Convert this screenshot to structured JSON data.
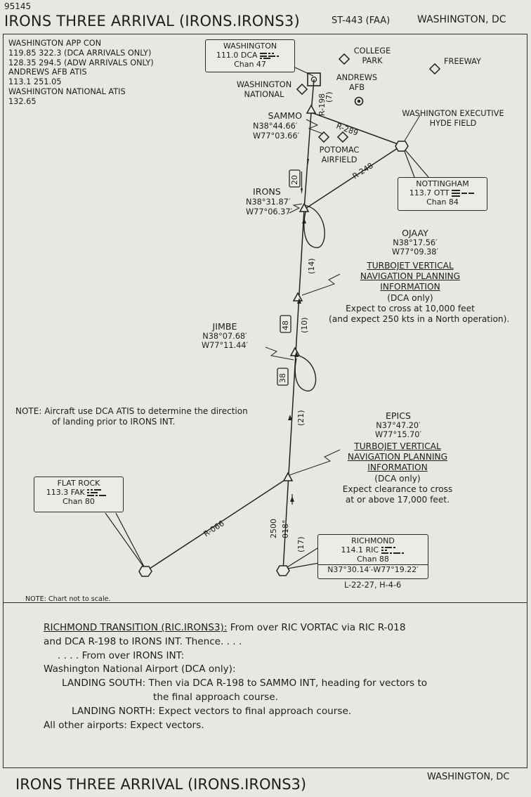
{
  "header": {
    "doc_id": "95145",
    "title": "IRONS THREE ARRIVAL (IRONS.IRONS3)",
    "chart_code": "ST-443 (FAA)",
    "city": "WASHINGTON, DC"
  },
  "comms": [
    "WASHINGTON APP CON",
    "119.85 322.3 (DCA ARRIVALS ONLY)",
    "128.35 294.5 (ADW ARRIVALS ONLY)",
    "ANDREWS AFB ATIS",
    "113.1 251.05",
    "WASHINGTON NATIONAL ATIS",
    "132.65"
  ],
  "navaids": {
    "dca": {
      "name": "WASHINGTON",
      "freq": "111.0 DCA",
      "chan": "Chan 47"
    },
    "ott": {
      "name": "NOTTINGHAM",
      "freq": "113.7 OTT",
      "chan": "Chan 84"
    },
    "fak": {
      "name": "FLAT ROCK",
      "freq": "113.3 FAK",
      "chan": "Chan 80"
    },
    "ric": {
      "name": "RICHMOND",
      "freq": "114.1 RIC",
      "chan": "Chan 88",
      "coords": "N37°30.14′-W77°19.22′"
    }
  },
  "airports": {
    "college_park": [
      "COLLEGE",
      "PARK"
    ],
    "freeway": "FREEWAY",
    "andrews": [
      "ANDREWS",
      "AFB"
    ],
    "washington_national": [
      "WASHINGTON",
      "NATIONAL"
    ],
    "washington_executive": [
      "WASHINGTON EXECUTIVE",
      "HYDE FIELD"
    ],
    "potomac": [
      "POTOMAC",
      "AIRFIELD"
    ]
  },
  "fixes": {
    "sammo": {
      "name": "SAMMO",
      "lat": "N38°44.66′",
      "lon": "W77°03.66′"
    },
    "irons": {
      "name": "IRONS",
      "lat": "N38°31.87′",
      "lon": "W77°06.37′"
    },
    "ojaay": {
      "name": "OJAAY",
      "lat": "N38°17.56′",
      "lon": "W77°09.38′"
    },
    "jimbe": {
      "name": "JIMBE",
      "lat": "N38°07.68′",
      "lon": "W77°11.44′"
    },
    "epics": {
      "name": "EPICS",
      "lat": "N37°47.20′",
      "lon": "W77°15.70′"
    }
  },
  "radials": {
    "r198": "R-198",
    "r198_dist": "(7)",
    "r289": "R-289",
    "r248": "R-248",
    "r066": "R-066"
  },
  "segments": {
    "mea_20": "20",
    "mea_48": "48",
    "mea_38": "38",
    "d14": "(14)",
    "d10": "(10)",
    "d21": "(21)",
    "d17": "(17)",
    "alt_2500": "2500",
    "crs_018": "018°"
  },
  "tvnpi_1": {
    "line1": "TURBOJET VERTICAL",
    "line2": "NAVIGATION PLANNING",
    "line3": "INFORMATION",
    "line4": "(DCA only)",
    "line5": "Expect  to cross at 10,000 feet",
    "line6": "(and expect 250 kts in a North operation)."
  },
  "tvnpi_2": {
    "line1": "TURBOJET VERTICAL",
    "line2": "NAVIGATION PLANNING",
    "line3": "INFORMATION",
    "line4": "(DCA only)",
    "line5": "Expect clearance to cross",
    "line6": "at or above 17,000 feet."
  },
  "note_atis": {
    "line1": "NOTE: Aircraft use DCA ATIS to determine the direction",
    "line2": "of landing prior to IRONS INT."
  },
  "charts_ref": "L-22-27, H-4-6",
  "note_scale": "NOTE: Chart not to scale.",
  "procedure": {
    "transition": "RICHMOND TRANSITION (RIC.IRONS3):",
    "transition_text": " From over RIC VORTAC via RIC R-018",
    "line2": "and DCA R-198 to IRONS INT. Thence. . . .",
    "line3": ". . . . From over IRONS INT:",
    "line4": "Washington National Airport (DCA only):",
    "line5": "LANDING SOUTH: Then via DCA R-198 to SAMMO INT, heading for vectors to",
    "line6": "the final approach course.",
    "line7": "LANDING NORTH: Expect vectors to final approach course.",
    "line8": "All other airports: Expect vectors."
  },
  "footer": {
    "title": "IRONS THREE ARRIVAL (IRONS.IRONS3)",
    "city": "WASHINGTON, DC"
  }
}
